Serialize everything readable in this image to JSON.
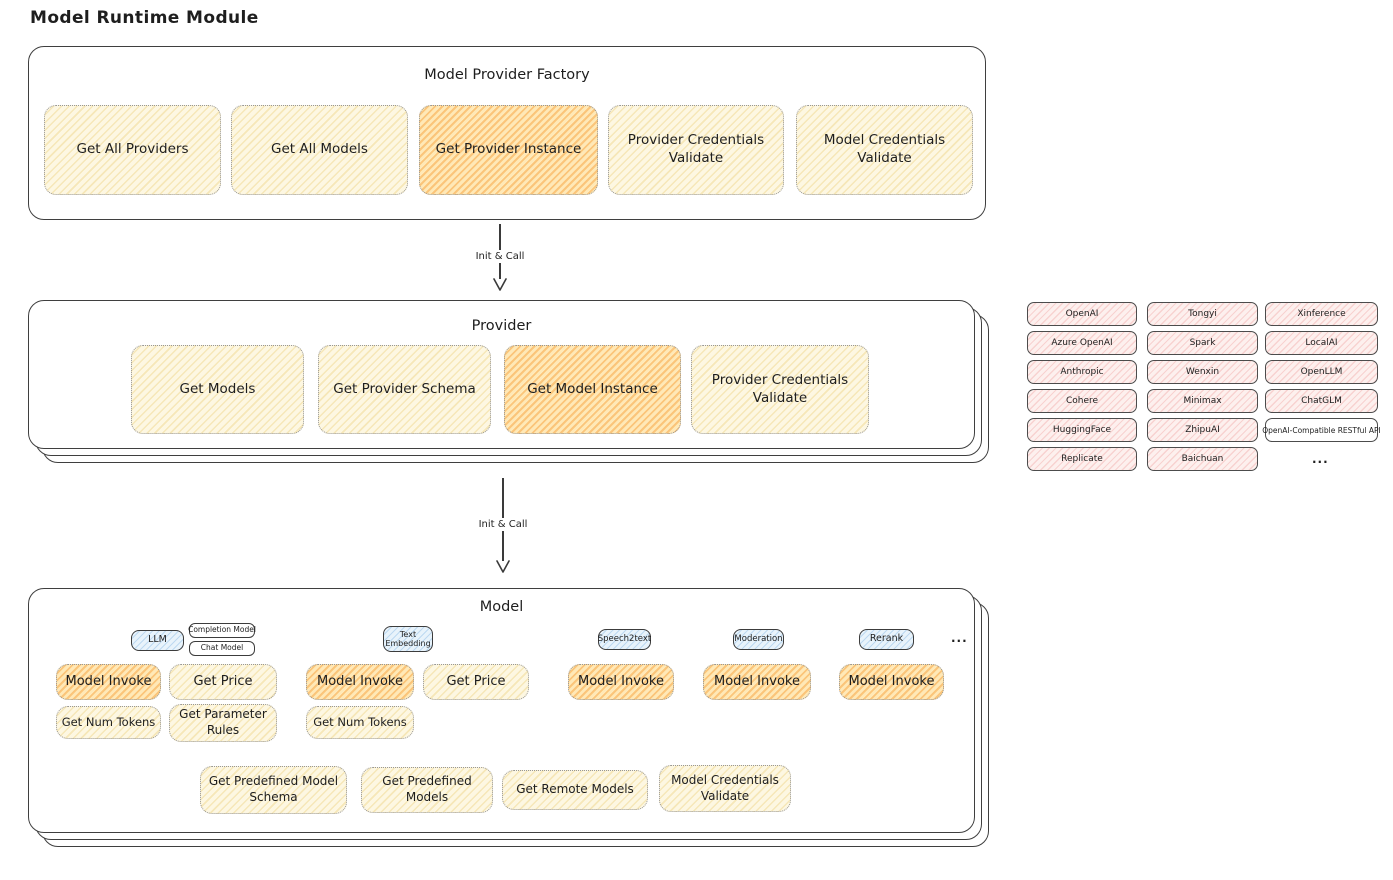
{
  "page": {
    "title": "Model Runtime Module"
  },
  "arrows": {
    "factory_to_provider": "Init & Call",
    "provider_to_model": "Init & Call"
  },
  "factory": {
    "title": "Model Provider Factory",
    "buttons": [
      {
        "label": "Get All Providers",
        "highlighted": false
      },
      {
        "label": "Get All Models",
        "highlighted": false
      },
      {
        "label": "Get Provider Instance",
        "highlighted": true
      },
      {
        "label": "Provider Credentials Validate",
        "highlighted": false
      },
      {
        "label": "Model Credentials Validate",
        "highlighted": false
      }
    ]
  },
  "provider": {
    "title": "Provider",
    "buttons": [
      {
        "label": "Get Models",
        "highlighted": false
      },
      {
        "label": "Get Provider Schema",
        "highlighted": false
      },
      {
        "label": "Get Model Instance",
        "highlighted": true
      },
      {
        "label": "Provider Credentials Validate",
        "highlighted": false
      }
    ]
  },
  "vendors": {
    "items": [
      "OpenAI",
      "Tongyi",
      "Xinference",
      "Azure OpenAI",
      "Spark",
      "LocalAI",
      "Anthropic",
      "Wenxin",
      "OpenLLM",
      "Cohere",
      "Minimax",
      "ChatGLM",
      "HuggingFace",
      "ZhipuAI",
      "OpenAI-Compatible RESTful API",
      "Replicate",
      "Baichuan"
    ],
    "more": "..."
  },
  "model": {
    "title": "Model",
    "tags": {
      "llm": "LLM",
      "completion_model": "Completion Model",
      "chat_model": "Chat Model",
      "text_embedding": "Text Embedding",
      "speech2text": "Speech2text",
      "moderation": "Moderation",
      "rerank": "Rerank",
      "more": "..."
    },
    "llm_ops": {
      "invoke": "Model Invoke",
      "get_price": "Get Price",
      "get_num_tokens": "Get Num Tokens",
      "get_parameter_rules": "Get Parameter Rules"
    },
    "embedding_ops": {
      "invoke": "Model Invoke",
      "get_price": "Get Price",
      "get_num_tokens": "Get Num Tokens"
    },
    "speech2text_ops": {
      "invoke": "Model Invoke"
    },
    "moderation_ops": {
      "invoke": "Model Invoke"
    },
    "rerank_ops": {
      "invoke": "Model Invoke"
    },
    "common_ops": {
      "get_predefined_model_schema": "Get Predefined Model Schema",
      "get_predefined_models": "Get Predefined Models",
      "get_remote_models": "Get Remote Models",
      "model_credentials_validate": "Model Credentials Validate"
    }
  },
  "colors": {
    "stroke": "#3f3f3f",
    "button_fill": "#fdf7e2",
    "button_highlight_fill": "#ffeabb",
    "vendor_fill": "#fdf0ee",
    "tag_fill": "#e8f3fb"
  }
}
